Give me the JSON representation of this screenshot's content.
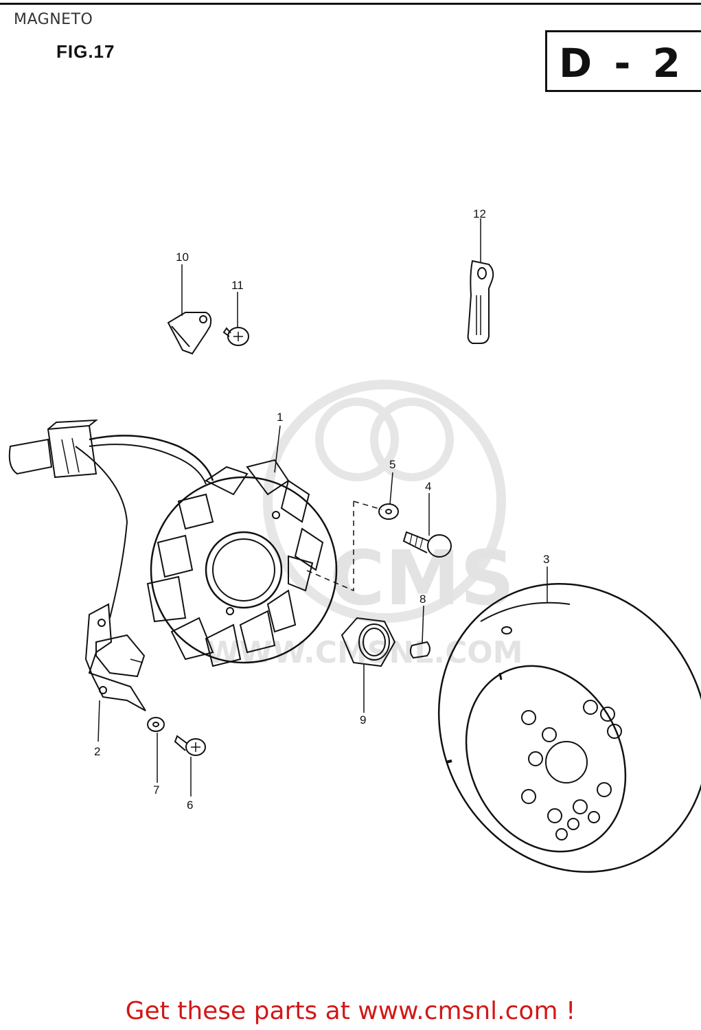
{
  "header": {
    "title": "MAGNETO",
    "figure": "FIG.17",
    "section_code": "D - 2"
  },
  "watermark": {
    "logo_text": "CMS",
    "url_text": "WWW.CMSNL.COM"
  },
  "callouts": [
    {
      "number": "1"
    },
    {
      "number": "2"
    },
    {
      "number": "3"
    },
    {
      "number": "4"
    },
    {
      "number": "5"
    },
    {
      "number": "6"
    },
    {
      "number": "7"
    },
    {
      "number": "8"
    },
    {
      "number": "9"
    },
    {
      "number": "10"
    },
    {
      "number": "11"
    },
    {
      "number": "12"
    }
  ],
  "footer": {
    "text": "Get these parts at www.cmsnl.com !"
  },
  "colors": {
    "footer_text": "#d21818",
    "line_art": "#111111",
    "watermark": "#e3e3e3"
  }
}
